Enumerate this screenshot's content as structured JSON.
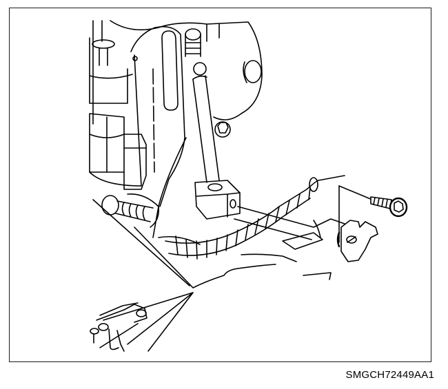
{
  "figure": {
    "caption_code": "SMGCH72449AA1",
    "description": "Service manual line illustration: engine-side bracket with ground strap/wiring harness and retaining bolt being installed",
    "callouts": [
      {
        "name": "bolt",
        "label": ""
      },
      {
        "name": "ground-strap-terminal",
        "label": ""
      },
      {
        "name": "wiring-harness",
        "label": ""
      }
    ],
    "colors": {
      "line": "#000000",
      "background": "#ffffff",
      "frame": "#1a1a1a"
    }
  }
}
